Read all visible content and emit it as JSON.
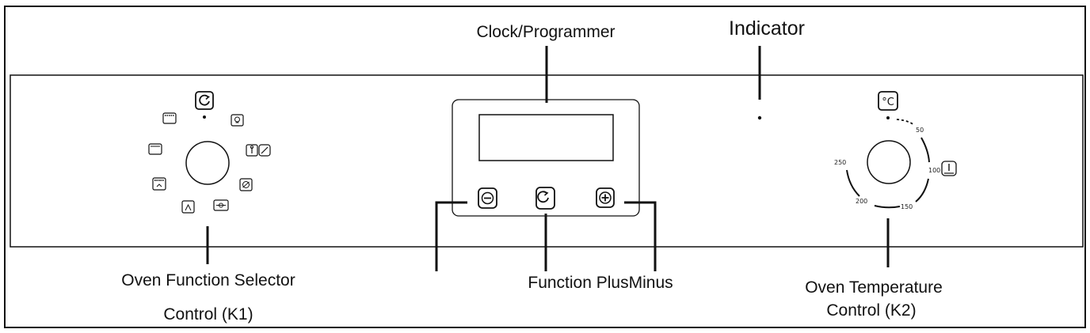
{
  "labels": {
    "clock_programmer": "Clock/Programmer",
    "indicator": "Indicator",
    "oven_function_line1": "Oven Function Selector",
    "oven_function_line2": "Control (K1)",
    "function_plus_minus": "Function PlusMinus",
    "oven_temp_line1": "Oven Temperature",
    "oven_temp_line2": "Control (K2)"
  },
  "temperature_scale": {
    "unit_symbol": "°C",
    "ticks": [
      "50",
      "100",
      "150",
      "200",
      "250"
    ]
  },
  "buttons": {
    "minus_symbol": "−",
    "plus_symbol": "+"
  },
  "icons": {
    "selector_top": "function-cycle-icon",
    "programmer_center": "function-cycle-icon",
    "temperature": "celsius-icon"
  }
}
